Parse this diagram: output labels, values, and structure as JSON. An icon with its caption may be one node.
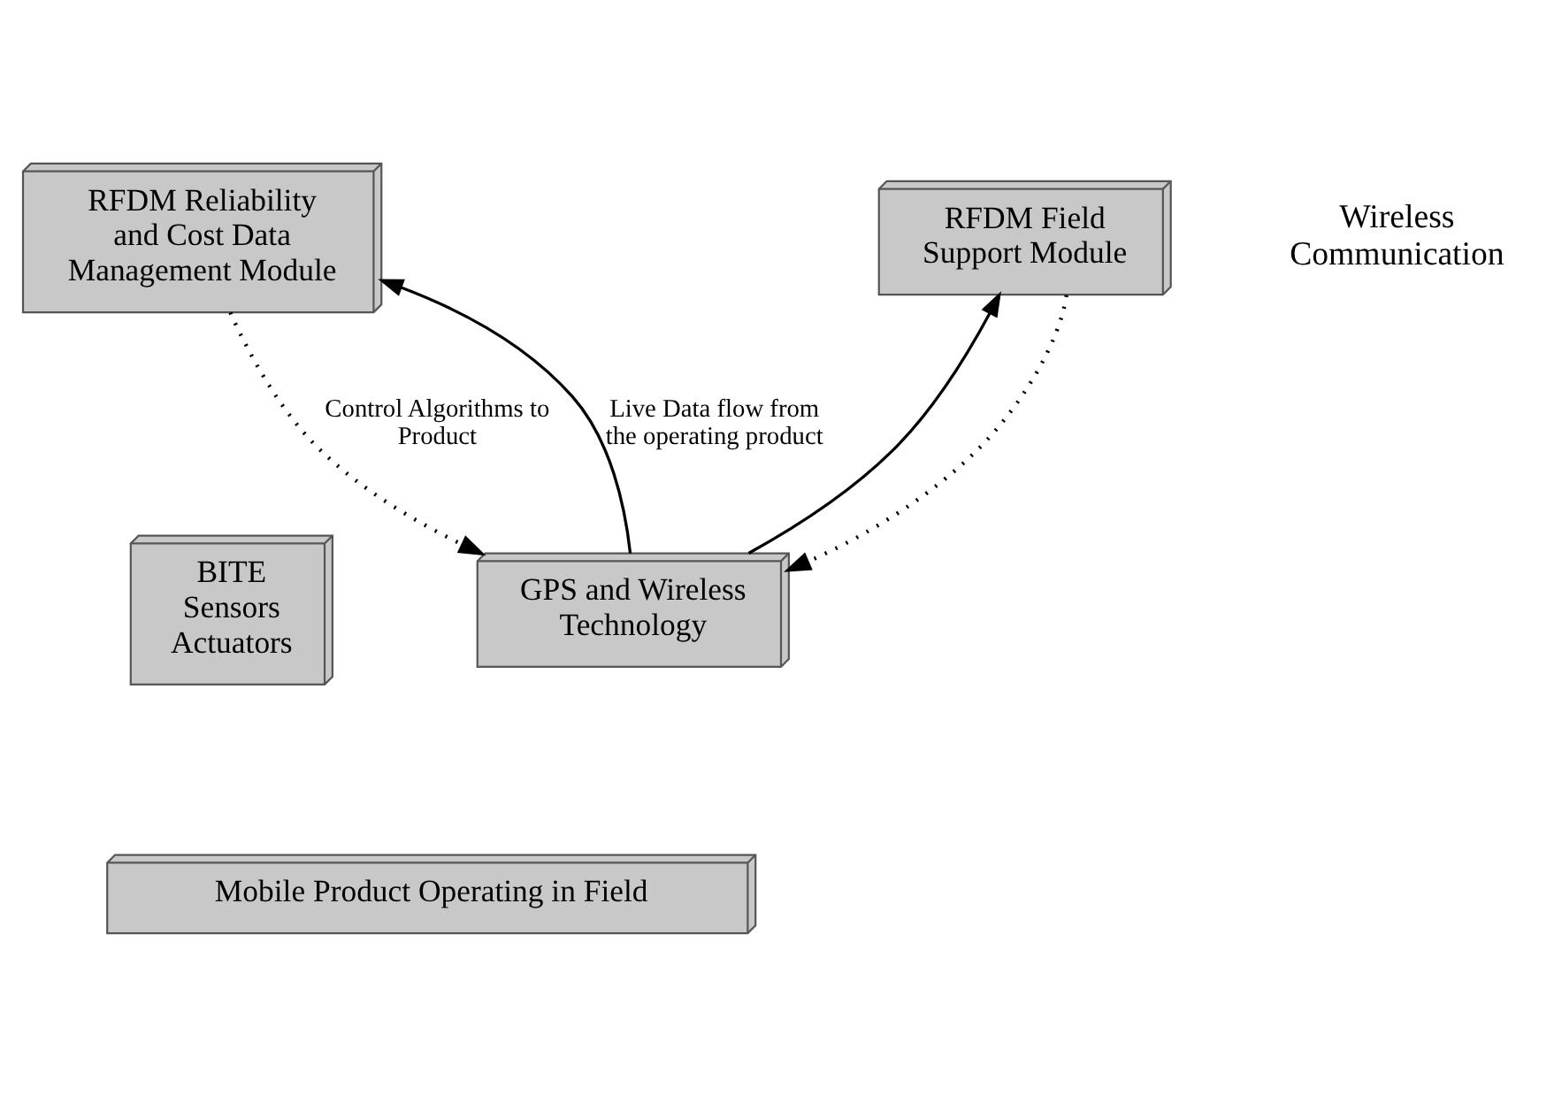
{
  "diagram": {
    "nodes": [
      {
        "text": [
          "RFDM Reliability and Cost Data Management Module"
        ]
      },
      {
        "text": [
          "RFDM Field Support Module"
        ]
      },
      {
        "text": [
          "BITE Sensors Actuators"
        ]
      },
      {
        "text": [
          "GPS and Wireless Technology"
        ]
      },
      {
        "text": [
          "Mobile Product Operating in Field"
        ]
      }
    ],
    "edges": [
      {
        "from": 3,
        "to": 0,
        "arrow": "to",
        "label": "Live Data flow from the operating product"
      },
      {
        "from": 3,
        "to": 1,
        "arrow": "to"
      },
      {
        "from": 0,
        "to": 3,
        "arrow": "to",
        "label": "Control Algorithms to Product",
        "style": "dashed"
      },
      {
        "from": 1,
        "to": 3,
        "arrow": "to",
        "style": "dashed"
      }
    ],
    "labels": [
      "Wireless Communication"
    ]
  }
}
